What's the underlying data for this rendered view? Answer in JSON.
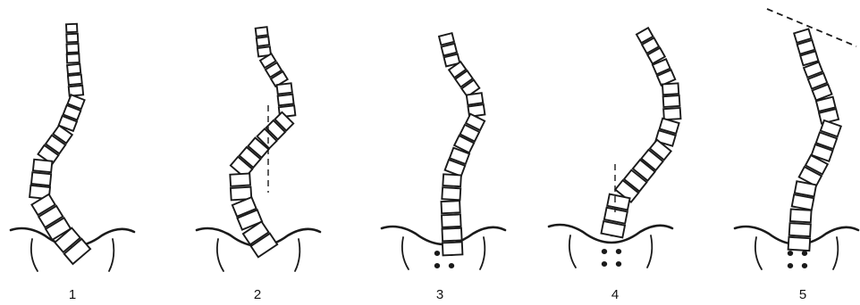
{
  "figure": {
    "ink_color": "#1a1a1a",
    "panels": [
      {
        "label": "1",
        "guide": "none",
        "pelvis_dots": false
      },
      {
        "label": "2",
        "guide": "vertical",
        "pelvis_dots": false
      },
      {
        "label": "3",
        "guide": "none",
        "pelvis_dots": true
      },
      {
        "label": "4",
        "guide": "vertical",
        "pelvis_dots": true
      },
      {
        "label": "5",
        "guide": "tilted",
        "pelvis_dots": true
      }
    ]
  }
}
